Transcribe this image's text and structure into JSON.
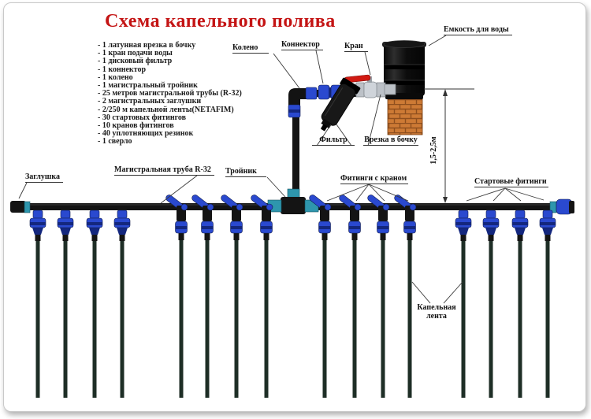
{
  "title": "Схема капельного полива",
  "parts_list": [
    "- 1 латунная врезка в бочку",
    "- 1 кран подачи воды",
    "- 1 дисковый фильтр",
    "- 1 коннектор",
    "- 1 колено",
    "- 1 магистральный тройник",
    "- 25 метров магистральной трубы (R-32)",
    "- 2 магистральных заглушки",
    "- 2/250 м капельной ленты(NETAFIM)",
    "- 30 стартовых фитингов",
    "- 10 кранов фитингов",
    "- 40 уплотняющих резинок",
    "- 1 сверло"
  ],
  "labels": {
    "elbow": "Колено",
    "connector": "Коннектор",
    "valve": "Кран",
    "water_tank": "Емкость для воды",
    "filter": "Фильтр",
    "barrel_tap": "Врезка в бочку",
    "height_range": "1,5-2,5м",
    "end_plug": "Заглушка",
    "main_pipe": "Магистральная труба R-32",
    "tee": "Тройник",
    "valve_fittings": "Фитинги с краном",
    "starter_fittings": "Стартовые фитинги",
    "drip_tape": "Капельная лента"
  },
  "colors": {
    "title": "#c41414",
    "pipe": "#141414",
    "blue": "#2a49cf",
    "blue_dark": "#14277e",
    "teal": "#2e96ad",
    "tape": "#1e2e26",
    "brick": "#cd7a35",
    "mortar": "#8f4f1e",
    "red": "#d11a12"
  }
}
